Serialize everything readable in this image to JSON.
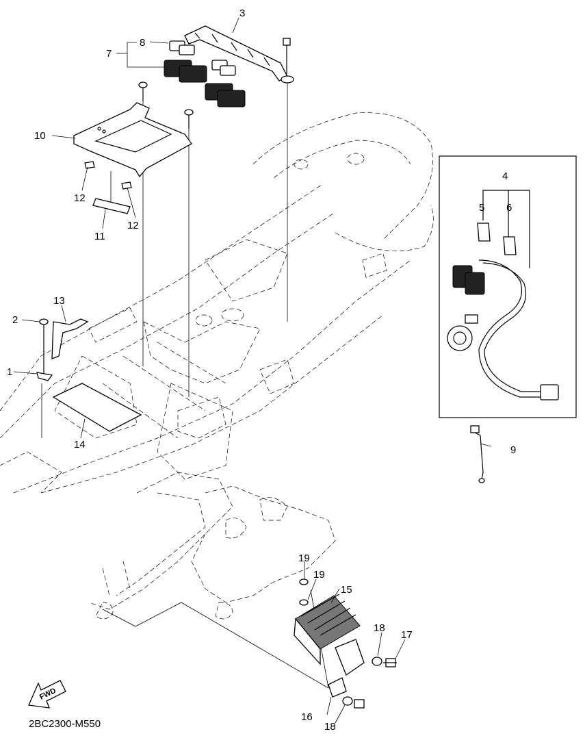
{
  "callouts": [
    "1",
    "2",
    "3",
    "4",
    "5",
    "6",
    "7",
    "8",
    "9",
    "10",
    "11",
    "12",
    "12",
    "13",
    "14",
    "15",
    "16",
    "17",
    "18",
    "18",
    "19",
    "19"
  ],
  "fwd_label": "FWD",
  "drawing_code": "2BC2300-M550"
}
